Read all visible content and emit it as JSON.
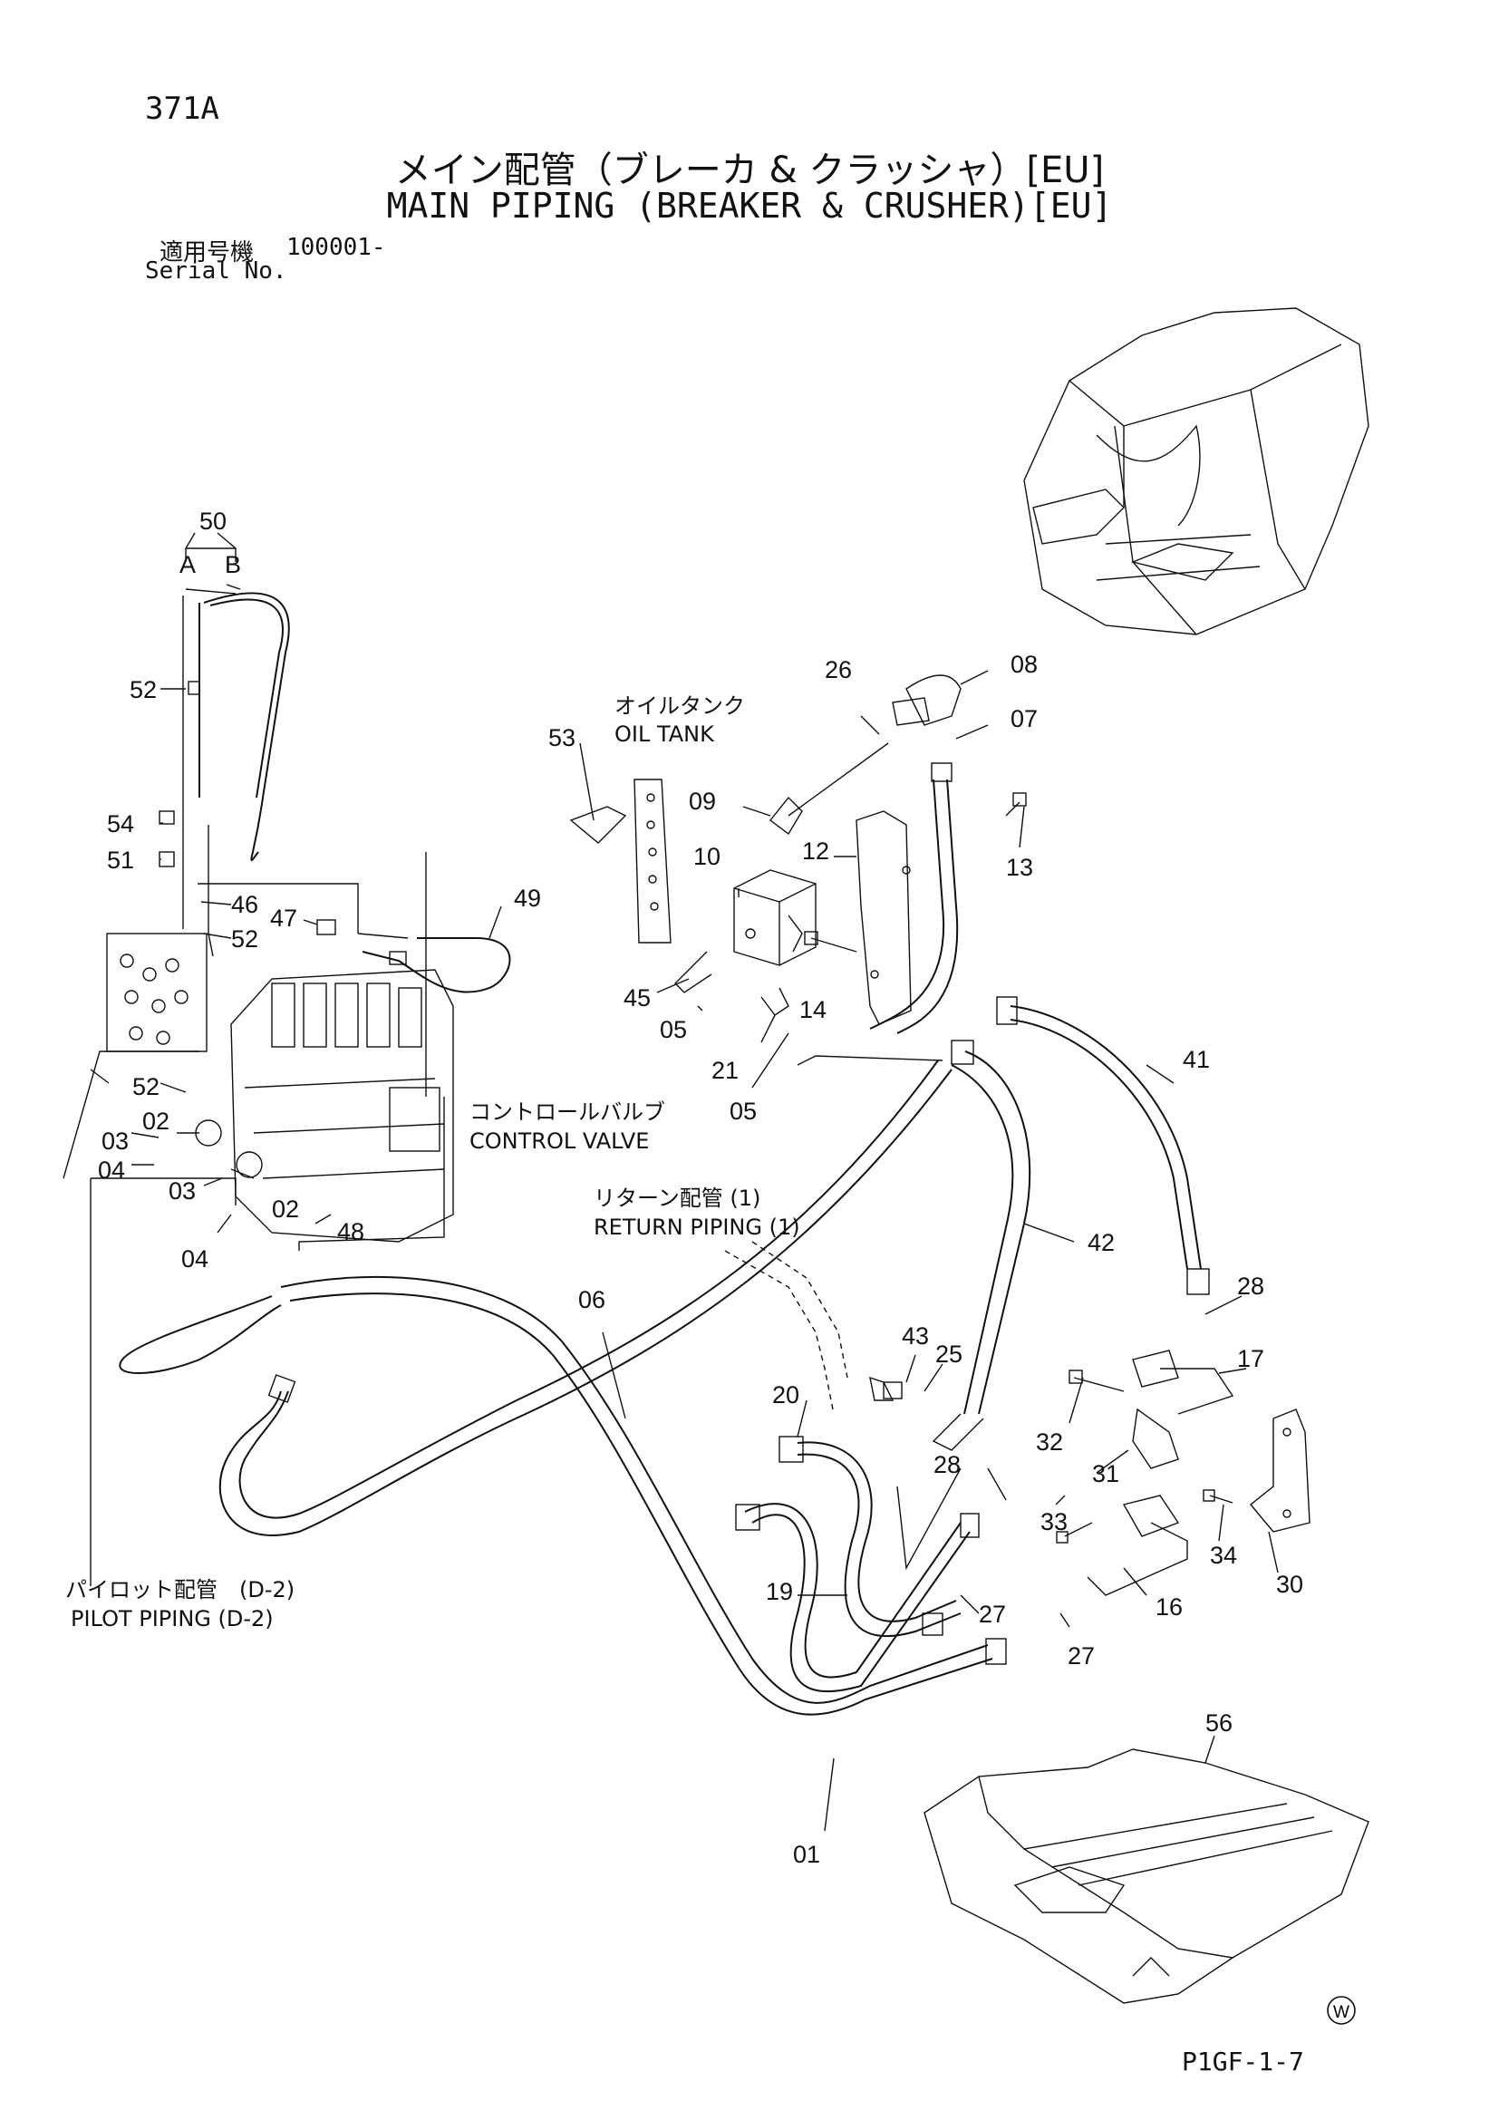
{
  "header": {
    "page_number": "371A",
    "title_jp": "メイン配管（ブレーカ & クラッシャ）[EU]",
    "title_en": "MAIN PIPING (BREAKER & CRUSHER)[EU]",
    "serial_label_jp": "適用号機",
    "serial_value": "100001-",
    "serial_label_en": "Serial No."
  },
  "callouts": {
    "c50": "50",
    "cA": "A",
    "cB": "B",
    "c52a": "52",
    "c54": "54",
    "c51": "51",
    "c46": "46",
    "c52b": "52",
    "c47": "47",
    "c49": "49",
    "c52c": "52",
    "c03a": "03",
    "c02a": "02",
    "c04a": "04",
    "c03b": "03",
    "c02b": "02",
    "c04b": "04",
    "c48": "48",
    "c53": "53",
    "c26": "26",
    "c08": "08",
    "c07": "07",
    "c09": "09",
    "c10": "10",
    "c12": "12",
    "c13": "13",
    "c45": "45",
    "c14": "14",
    "c05a": "05",
    "c21": "21",
    "c05b": "05",
    "c41": "41",
    "c42": "42",
    "c06": "06",
    "c28a": "28",
    "c43": "43",
    "c25": "25",
    "c17": "17",
    "c20": "20",
    "c32": "32",
    "c28b": "28",
    "c31": "31",
    "c33": "33",
    "c34": "34",
    "c30": "30",
    "c19": "19",
    "c16": "16",
    "c27a": "27",
    "c27b": "27",
    "c01": "01",
    "c56": "56"
  },
  "captions": {
    "oil_tank_jp": "オイルタンク",
    "oil_tank_en": "OIL TANK",
    "control_valve_jp": "コントロールバルブ",
    "control_valve_en": "CONTROL VALVE",
    "return_piping_jp": "リターン配管 (1)",
    "return_piping_en": "RETURN PIPING (1)",
    "pilot_piping_jp": "パイロット配管　(D-2)",
    "pilot_piping_en": "PILOT PIPING (D-2)"
  },
  "footer": {
    "w_mark": "W",
    "drawing_number": "P1GF-1-7"
  }
}
